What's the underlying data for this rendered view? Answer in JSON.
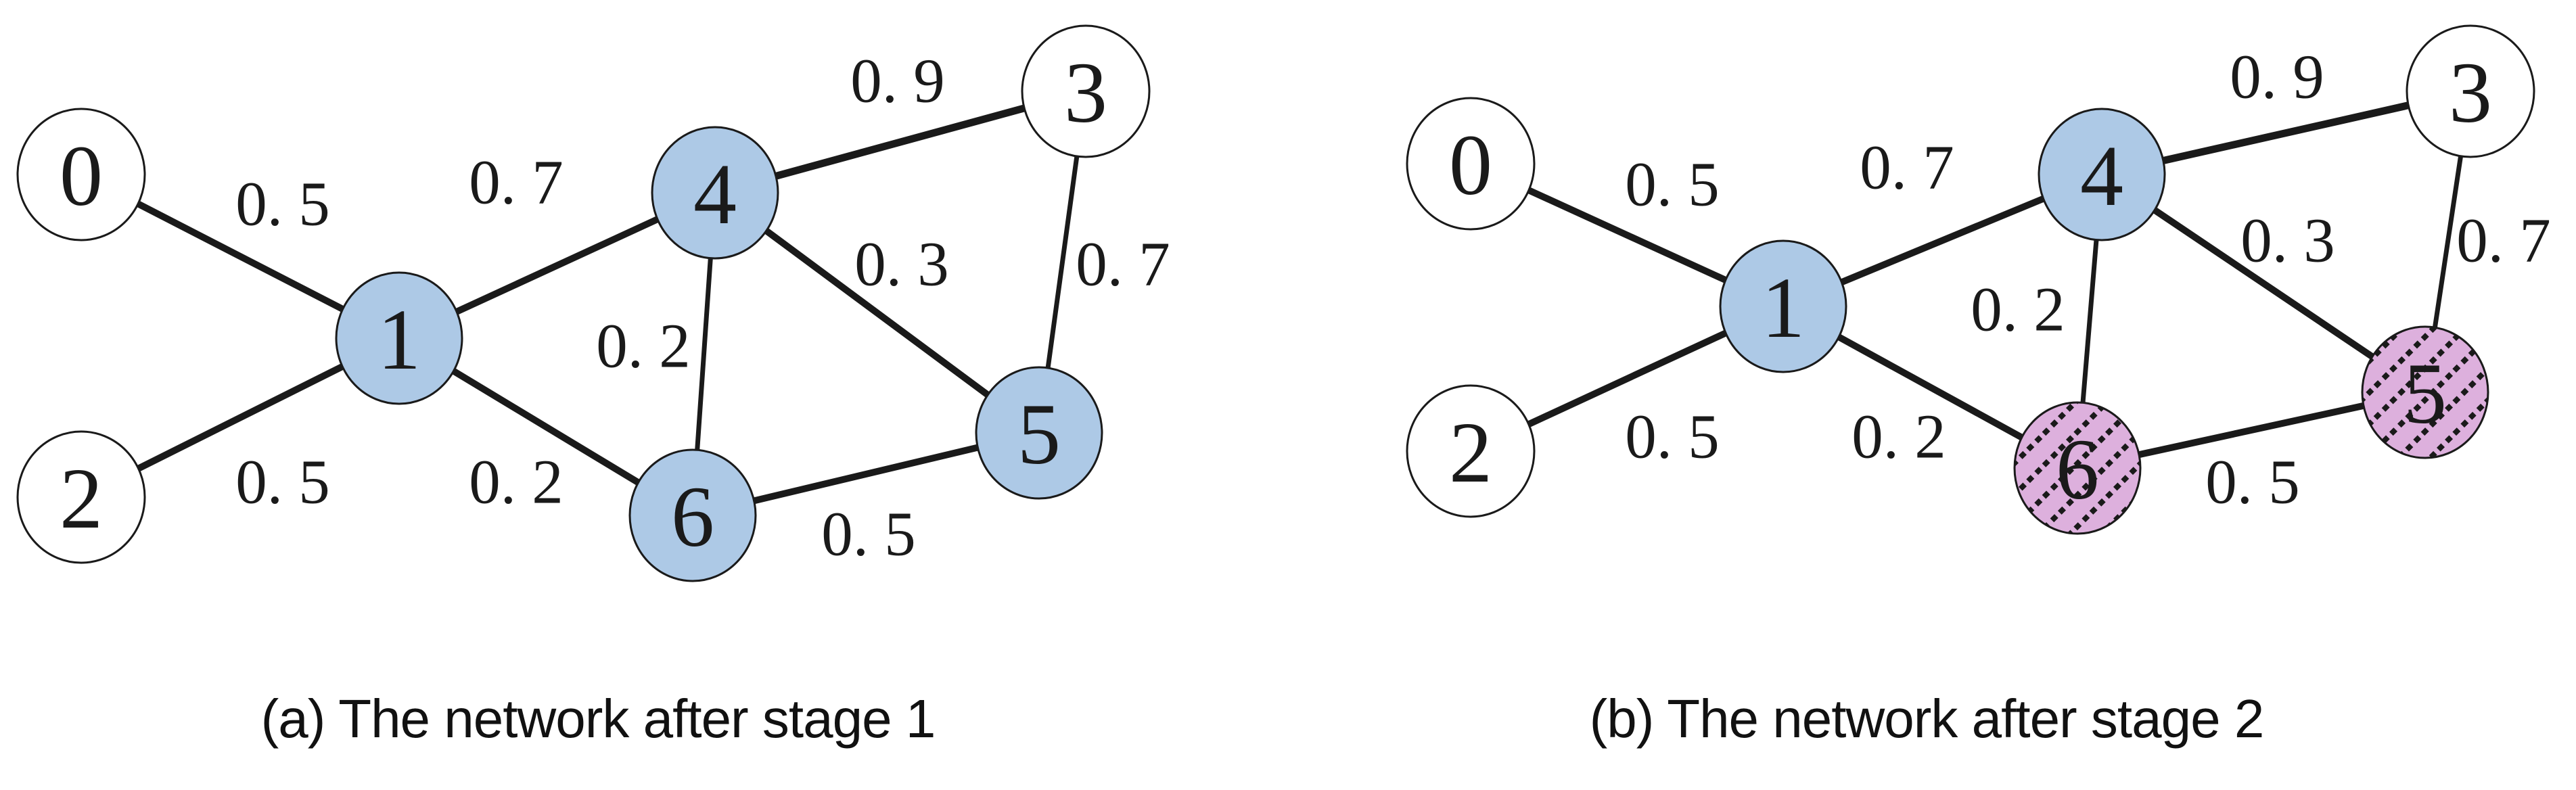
{
  "colors": {
    "background": "#ffffff",
    "node_white_fill": "#ffffff",
    "node_blue_fill": "#adc9e6",
    "node_pink_fill": "#ddb0dd",
    "hatch_stroke": "#1a1a1a",
    "edge_stroke": "#1a1a1a",
    "text": "#1a1a1a"
  },
  "panels": [
    {
      "caption": "(a) The network after stage 1",
      "nodes": [
        {
          "id": "0",
          "style": "white"
        },
        {
          "id": "1",
          "style": "blue"
        },
        {
          "id": "2",
          "style": "white"
        },
        {
          "id": "3",
          "style": "white"
        },
        {
          "id": "4",
          "style": "blue"
        },
        {
          "id": "5",
          "style": "blue"
        },
        {
          "id": "6",
          "style": "blue"
        }
      ],
      "edges": [
        {
          "from": "0",
          "to": "1",
          "weight": 0.5,
          "label": "0. 5"
        },
        {
          "from": "2",
          "to": "1",
          "weight": 0.5,
          "label": "0. 5"
        },
        {
          "from": "1",
          "to": "4",
          "weight": 0.7,
          "label": "0. 7"
        },
        {
          "from": "4",
          "to": "3",
          "weight": 0.9,
          "label": "0. 9"
        },
        {
          "from": "4",
          "to": "5",
          "weight": 0.3,
          "label": "0. 3"
        },
        {
          "from": "3",
          "to": "5",
          "weight": 0.7,
          "label": "0. 7"
        },
        {
          "from": "4",
          "to": "6",
          "weight": 0.2,
          "label": "0. 2"
        },
        {
          "from": "1",
          "to": "6",
          "weight": 0.2,
          "label": "0. 2"
        },
        {
          "from": "6",
          "to": "5",
          "weight": 0.5,
          "label": "0. 5"
        }
      ]
    },
    {
      "caption": "(b) The network after stage 2",
      "nodes": [
        {
          "id": "0",
          "style": "white"
        },
        {
          "id": "1",
          "style": "blue"
        },
        {
          "id": "2",
          "style": "white"
        },
        {
          "id": "3",
          "style": "white"
        },
        {
          "id": "4",
          "style": "blue"
        },
        {
          "id": "5",
          "style": "pink-hatched"
        },
        {
          "id": "6",
          "style": "pink-hatched"
        }
      ],
      "edges": [
        {
          "from": "0",
          "to": "1",
          "weight": 0.5,
          "label": "0. 5"
        },
        {
          "from": "2",
          "to": "1",
          "weight": 0.5,
          "label": "0. 5"
        },
        {
          "from": "1",
          "to": "4",
          "weight": 0.7,
          "label": "0. 7"
        },
        {
          "from": "4",
          "to": "3",
          "weight": 0.9,
          "label": "0. 9"
        },
        {
          "from": "4",
          "to": "5",
          "weight": 0.3,
          "label": "0. 3"
        },
        {
          "from": "3",
          "to": "5",
          "weight": 0.7,
          "label": "0. 7"
        },
        {
          "from": "4",
          "to": "6",
          "weight": 0.2,
          "label": "0. 2"
        },
        {
          "from": "1",
          "to": "6",
          "weight": 0.2,
          "label": "0. 2"
        },
        {
          "from": "6",
          "to": "5",
          "weight": 0.5,
          "label": "0. 5"
        }
      ]
    }
  ]
}
